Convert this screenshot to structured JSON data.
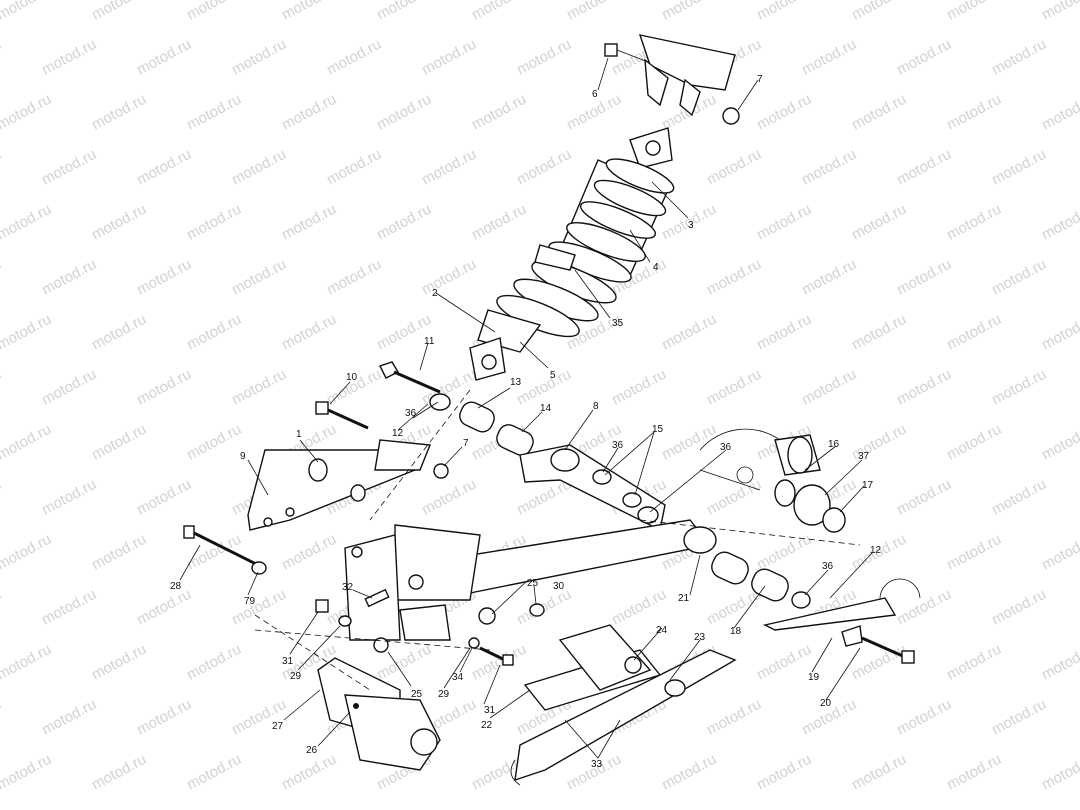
{
  "watermark": "motod.ru",
  "callouts": [
    "1",
    "2",
    "3",
    "4",
    "5",
    "6",
    "7",
    "7",
    "8",
    "9",
    "10",
    "11",
    "12",
    "12",
    "13",
    "14",
    "15",
    "16",
    "17",
    "18",
    "19",
    "20",
    "21",
    "22",
    "23",
    "24",
    "25",
    "25",
    "26",
    "27",
    "28",
    "29",
    "29",
    "30",
    "31",
    "31",
    "32",
    "33",
    "34",
    "35",
    "36",
    "36",
    "36",
    "36",
    "37",
    "79"
  ]
}
